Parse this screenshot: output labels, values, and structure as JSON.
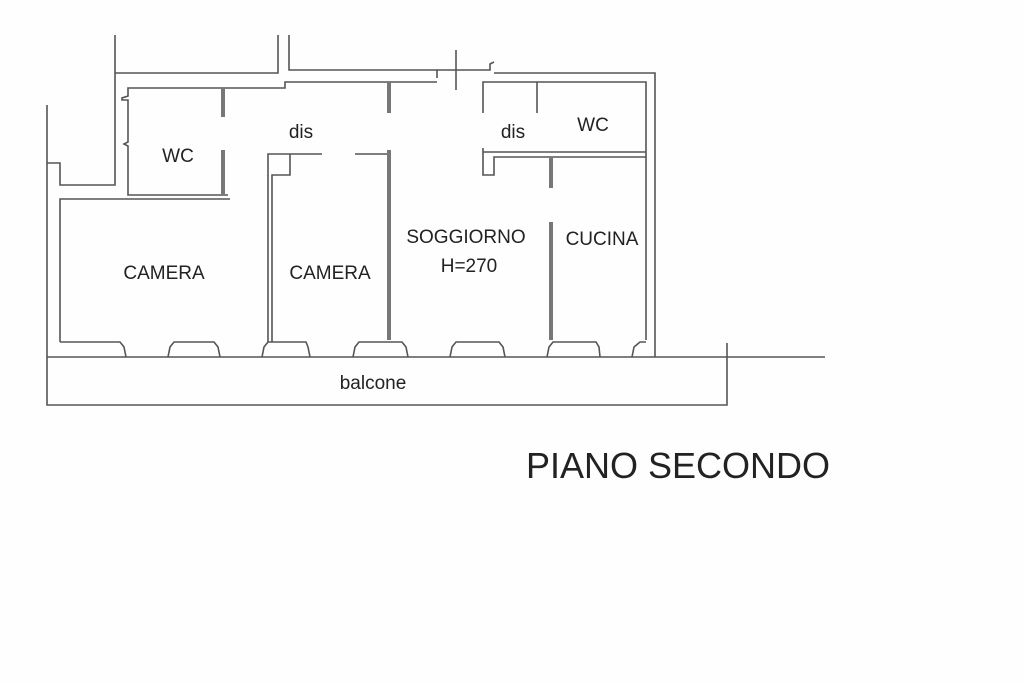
{
  "plan": {
    "rooms": {
      "wc_left": "WC",
      "dis_left": "dis",
      "dis_right": "dis",
      "wc_right": "WC",
      "camera_1": "CAMERA",
      "camera_2": "CAMERA",
      "soggiorno": "SOGGIORNO",
      "soggiorno_height": "H=270",
      "cucina": "CUCINA",
      "balcone": "balcone"
    },
    "title": "PIANO SECONDO"
  }
}
